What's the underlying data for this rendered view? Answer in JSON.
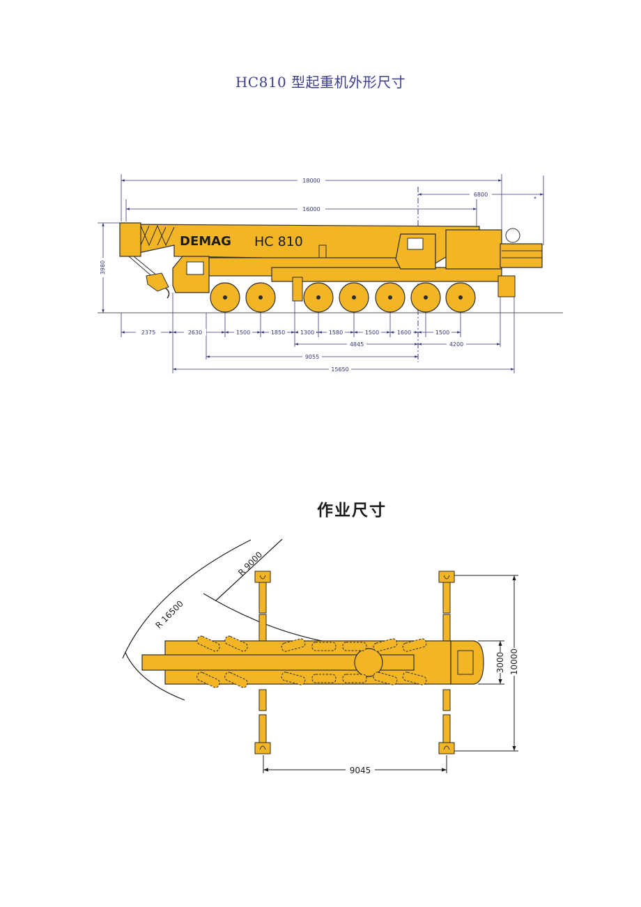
{
  "title": "HC810 型起重机外形尺寸",
  "section_title": "作业尺寸",
  "side_view": {
    "brand": "DEMAG",
    "model": "HC 810",
    "dims": {
      "overall_top": "18000",
      "rear_offset": "6800",
      "tail_mark": "*",
      "boom_length": "16000",
      "height": "3980",
      "front_overhang": "2375",
      "cab_to_axle1": "2630",
      "axle_1_2": "1500",
      "axle_2_3": "1850",
      "axle_3_4": "1300",
      "axle_4_5": "1580",
      "axle_5_6": "1500",
      "axle_6_slew": "1600",
      "slew_to_axle7": "1500",
      "axle_group": "4845",
      "rear_section": "4200",
      "axle1_to_slew": "9055",
      "overall_bottom": "15650"
    }
  },
  "top_view": {
    "radius_outer": "R 16500",
    "radius_inner": "R 9000",
    "carrier_width": "3000",
    "outrigger_span_width": "10000",
    "outrigger_span_length": "9045"
  },
  "colors": {
    "crane_yellow": "#f2b526",
    "outline": "#2b2b2b",
    "dimension_blue": "#34357a",
    "title_blue": "#3a3d8c"
  }
}
